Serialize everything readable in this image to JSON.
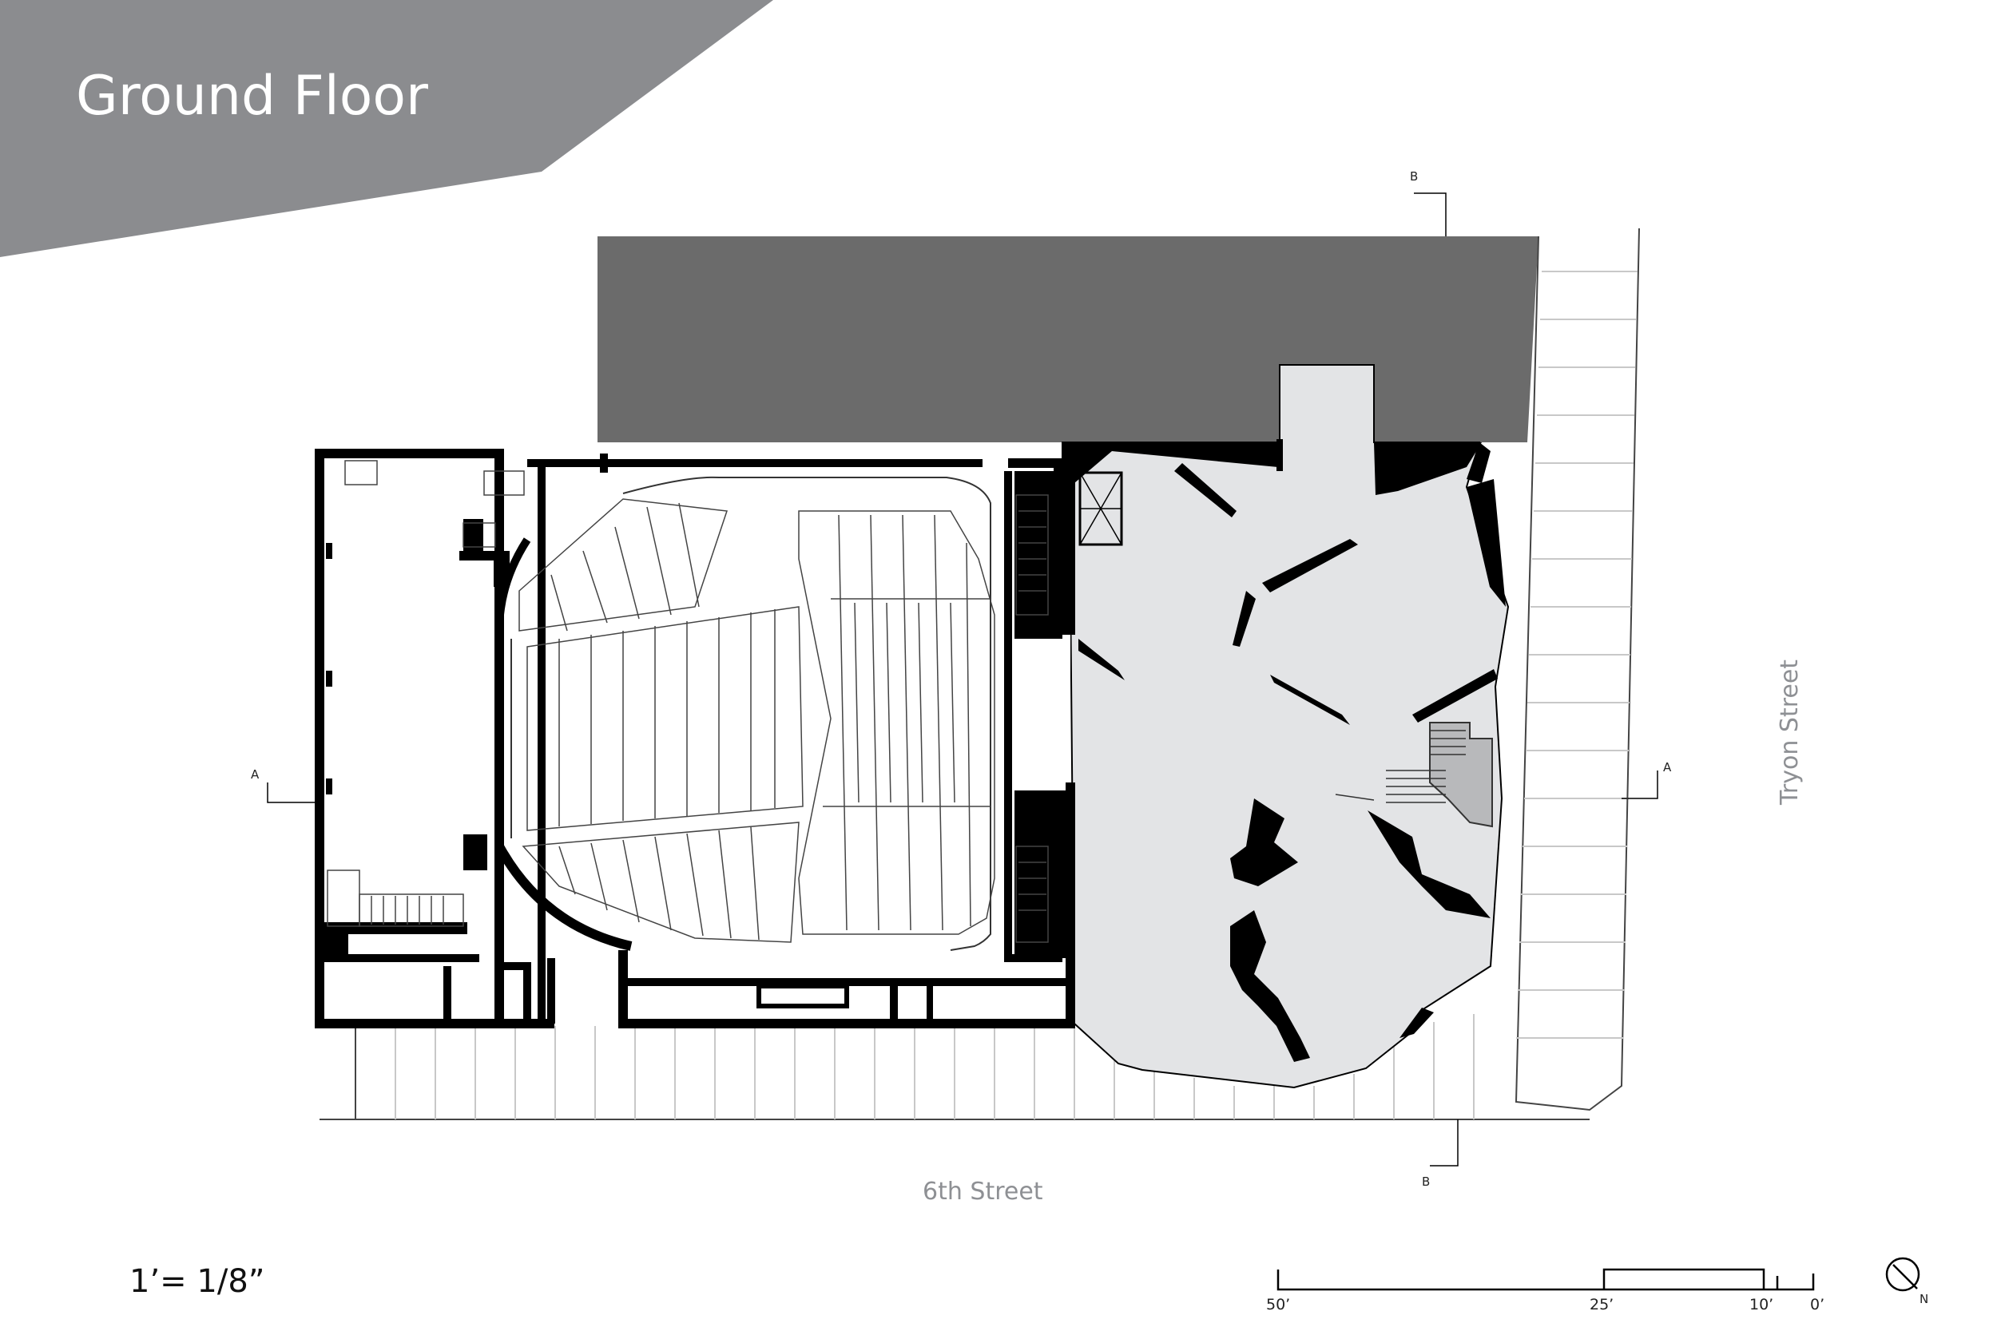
{
  "header": {
    "title": "Ground Floor"
  },
  "streets": {
    "south": "6th Street",
    "east": "Tryon Street"
  },
  "sections": {
    "a": "A",
    "b": "B"
  },
  "scale": {
    "label": "1’= 1/8”",
    "ticks": [
      "50’",
      "25’",
      "10’",
      "0’"
    ]
  },
  "north": {
    "label": "N"
  },
  "colors": {
    "header_band": "#8b8c8f",
    "neighbor_building": "#6b6b6b",
    "lobby_fill": "#e3e4e6",
    "walls": "#000000",
    "street_text": "#8e9094"
  }
}
